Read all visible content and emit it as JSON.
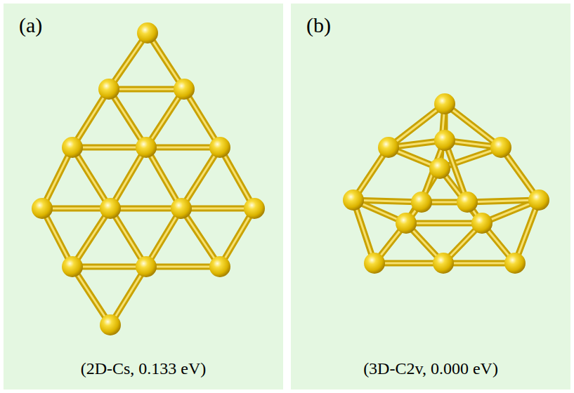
{
  "diagram": {
    "nodes": [
      {
        "text": [
          "(a)",
          "(2D-Cs, 0.133 eV)"
        ]
      },
      {
        "text": [
          "(b)",
          "(3D-C2v, 0.000 eV)"
        ]
      }
    ],
    "edges": []
  }
}
